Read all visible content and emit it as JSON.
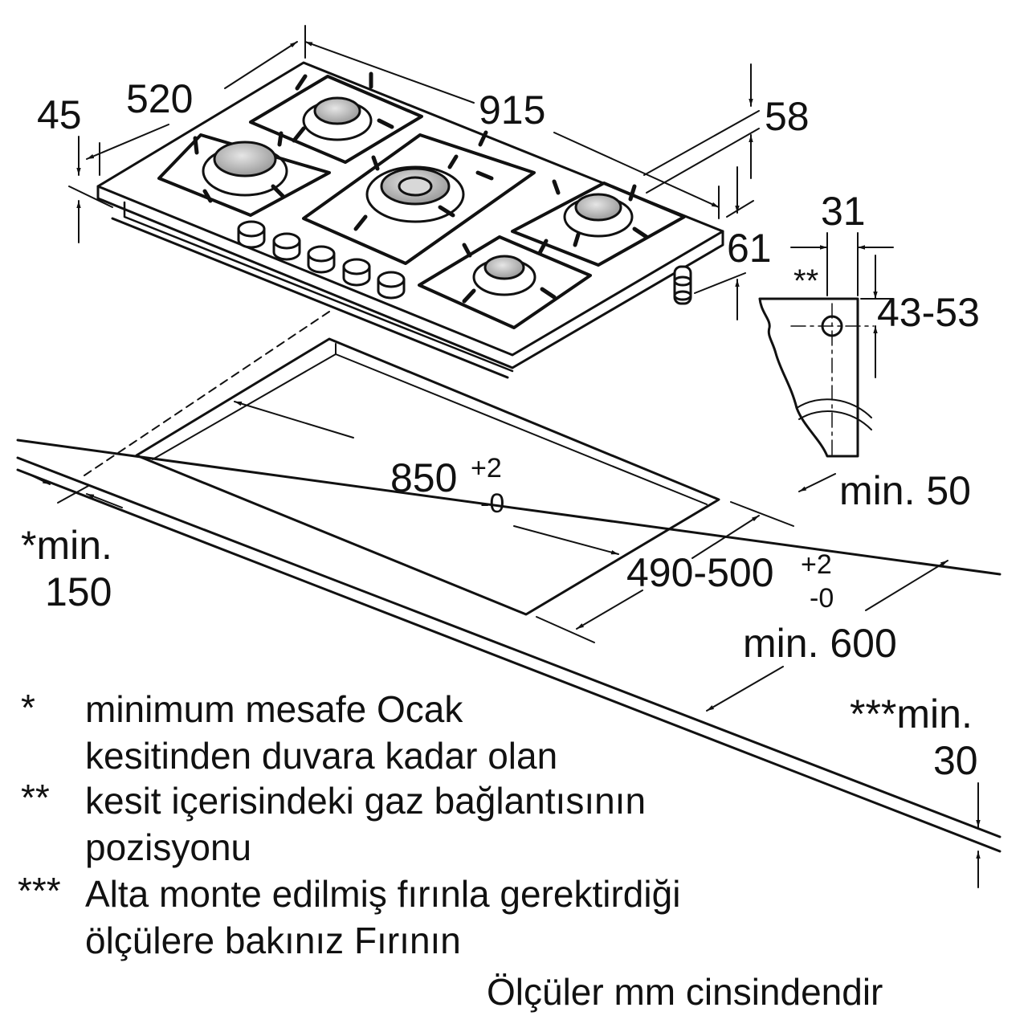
{
  "dimensions": {
    "height_45": "45",
    "depth_520": "520",
    "width_915": "915",
    "height_58": "58",
    "height_61": "61",
    "gas_31": "31",
    "gas_marker": "**",
    "gas_43_53": "43-53",
    "cutout_width": "850",
    "cutout_width_tol_plus": "+2",
    "cutout_width_tol_minus": "-0",
    "cutout_depth": "490-500",
    "cutout_depth_tol_plus": "+2",
    "cutout_depth_tol_minus": "-0",
    "min_50": "min. 50",
    "min_600": "min. 600",
    "min_150_line1": "*min.",
    "min_150_line2": "150",
    "min_30_line1": "***min.",
    "min_30_line2": "30"
  },
  "notes": [
    {
      "marker": "*",
      "lines": [
        "minimum mesafe Ocak",
        "kesitinden duvara kadar olan"
      ]
    },
    {
      "marker": "**",
      "lines": [
        "kesit içerisindeki gaz bağlantısının",
        "pozisyonu"
      ]
    },
    {
      "marker": "***",
      "lines": [
        "Alta monte edilmiş fırınla gerektirdiği",
        "ölçülere bakınız Fırının"
      ]
    }
  ],
  "footer": "Ölçüler mm cinsindendir",
  "colors": {
    "line": "#111111",
    "background": "#ffffff",
    "burner": "#bdbdbd"
  }
}
